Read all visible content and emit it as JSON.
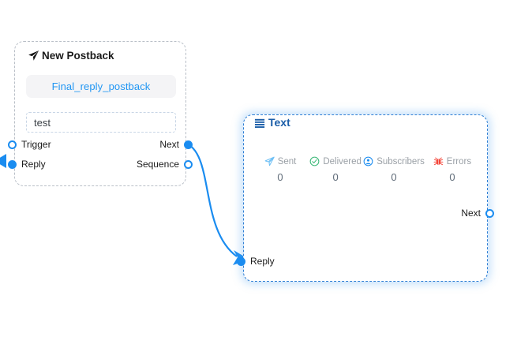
{
  "canvas": {
    "background": "#ffffff"
  },
  "nodes": [
    {
      "id": "new-postback",
      "title": "New Postback",
      "title_icon": "paper-plane-icon",
      "pill_label": "Final_reply_postback",
      "field_value": "test",
      "ports": {
        "trigger": "Trigger",
        "reply": "Reply",
        "next": "Next",
        "sequence": "Sequence"
      }
    },
    {
      "id": "text",
      "title": "Text",
      "title_icon": "hamburger-lines-icon",
      "stats": [
        {
          "icon": "paper-plane-icon",
          "label": "Sent",
          "value": "0",
          "color": "#6fc0f5"
        },
        {
          "icon": "check-circle-icon",
          "label": "Delivered",
          "value": "0",
          "color": "#3cb878"
        },
        {
          "icon": "subscriber-circle-icon",
          "label": "Subscribers",
          "value": "0",
          "color": "#1a8cf0"
        },
        {
          "icon": "bug-icon",
          "label": "Errors",
          "value": "0",
          "color": "#f4473b"
        }
      ],
      "ports": {
        "next": "Next",
        "reply": "Reply"
      }
    }
  ],
  "edges": [
    {
      "id": "postback-next-to-text-reply",
      "from": "new-postback.next",
      "to": "text.reply",
      "color": "#1a8cf0"
    }
  ],
  "colors": {
    "accent": "#1a8cf0",
    "pill_text": "#2196f3",
    "pill_bg": "#f4f4f6",
    "node_border_inactive": "#b9bfc7",
    "node_border_selected": "#2f7fd4",
    "text_title": "#1a5da8",
    "stat_label": "#9aa0a6",
    "stat_value": "#5f6b78"
  }
}
